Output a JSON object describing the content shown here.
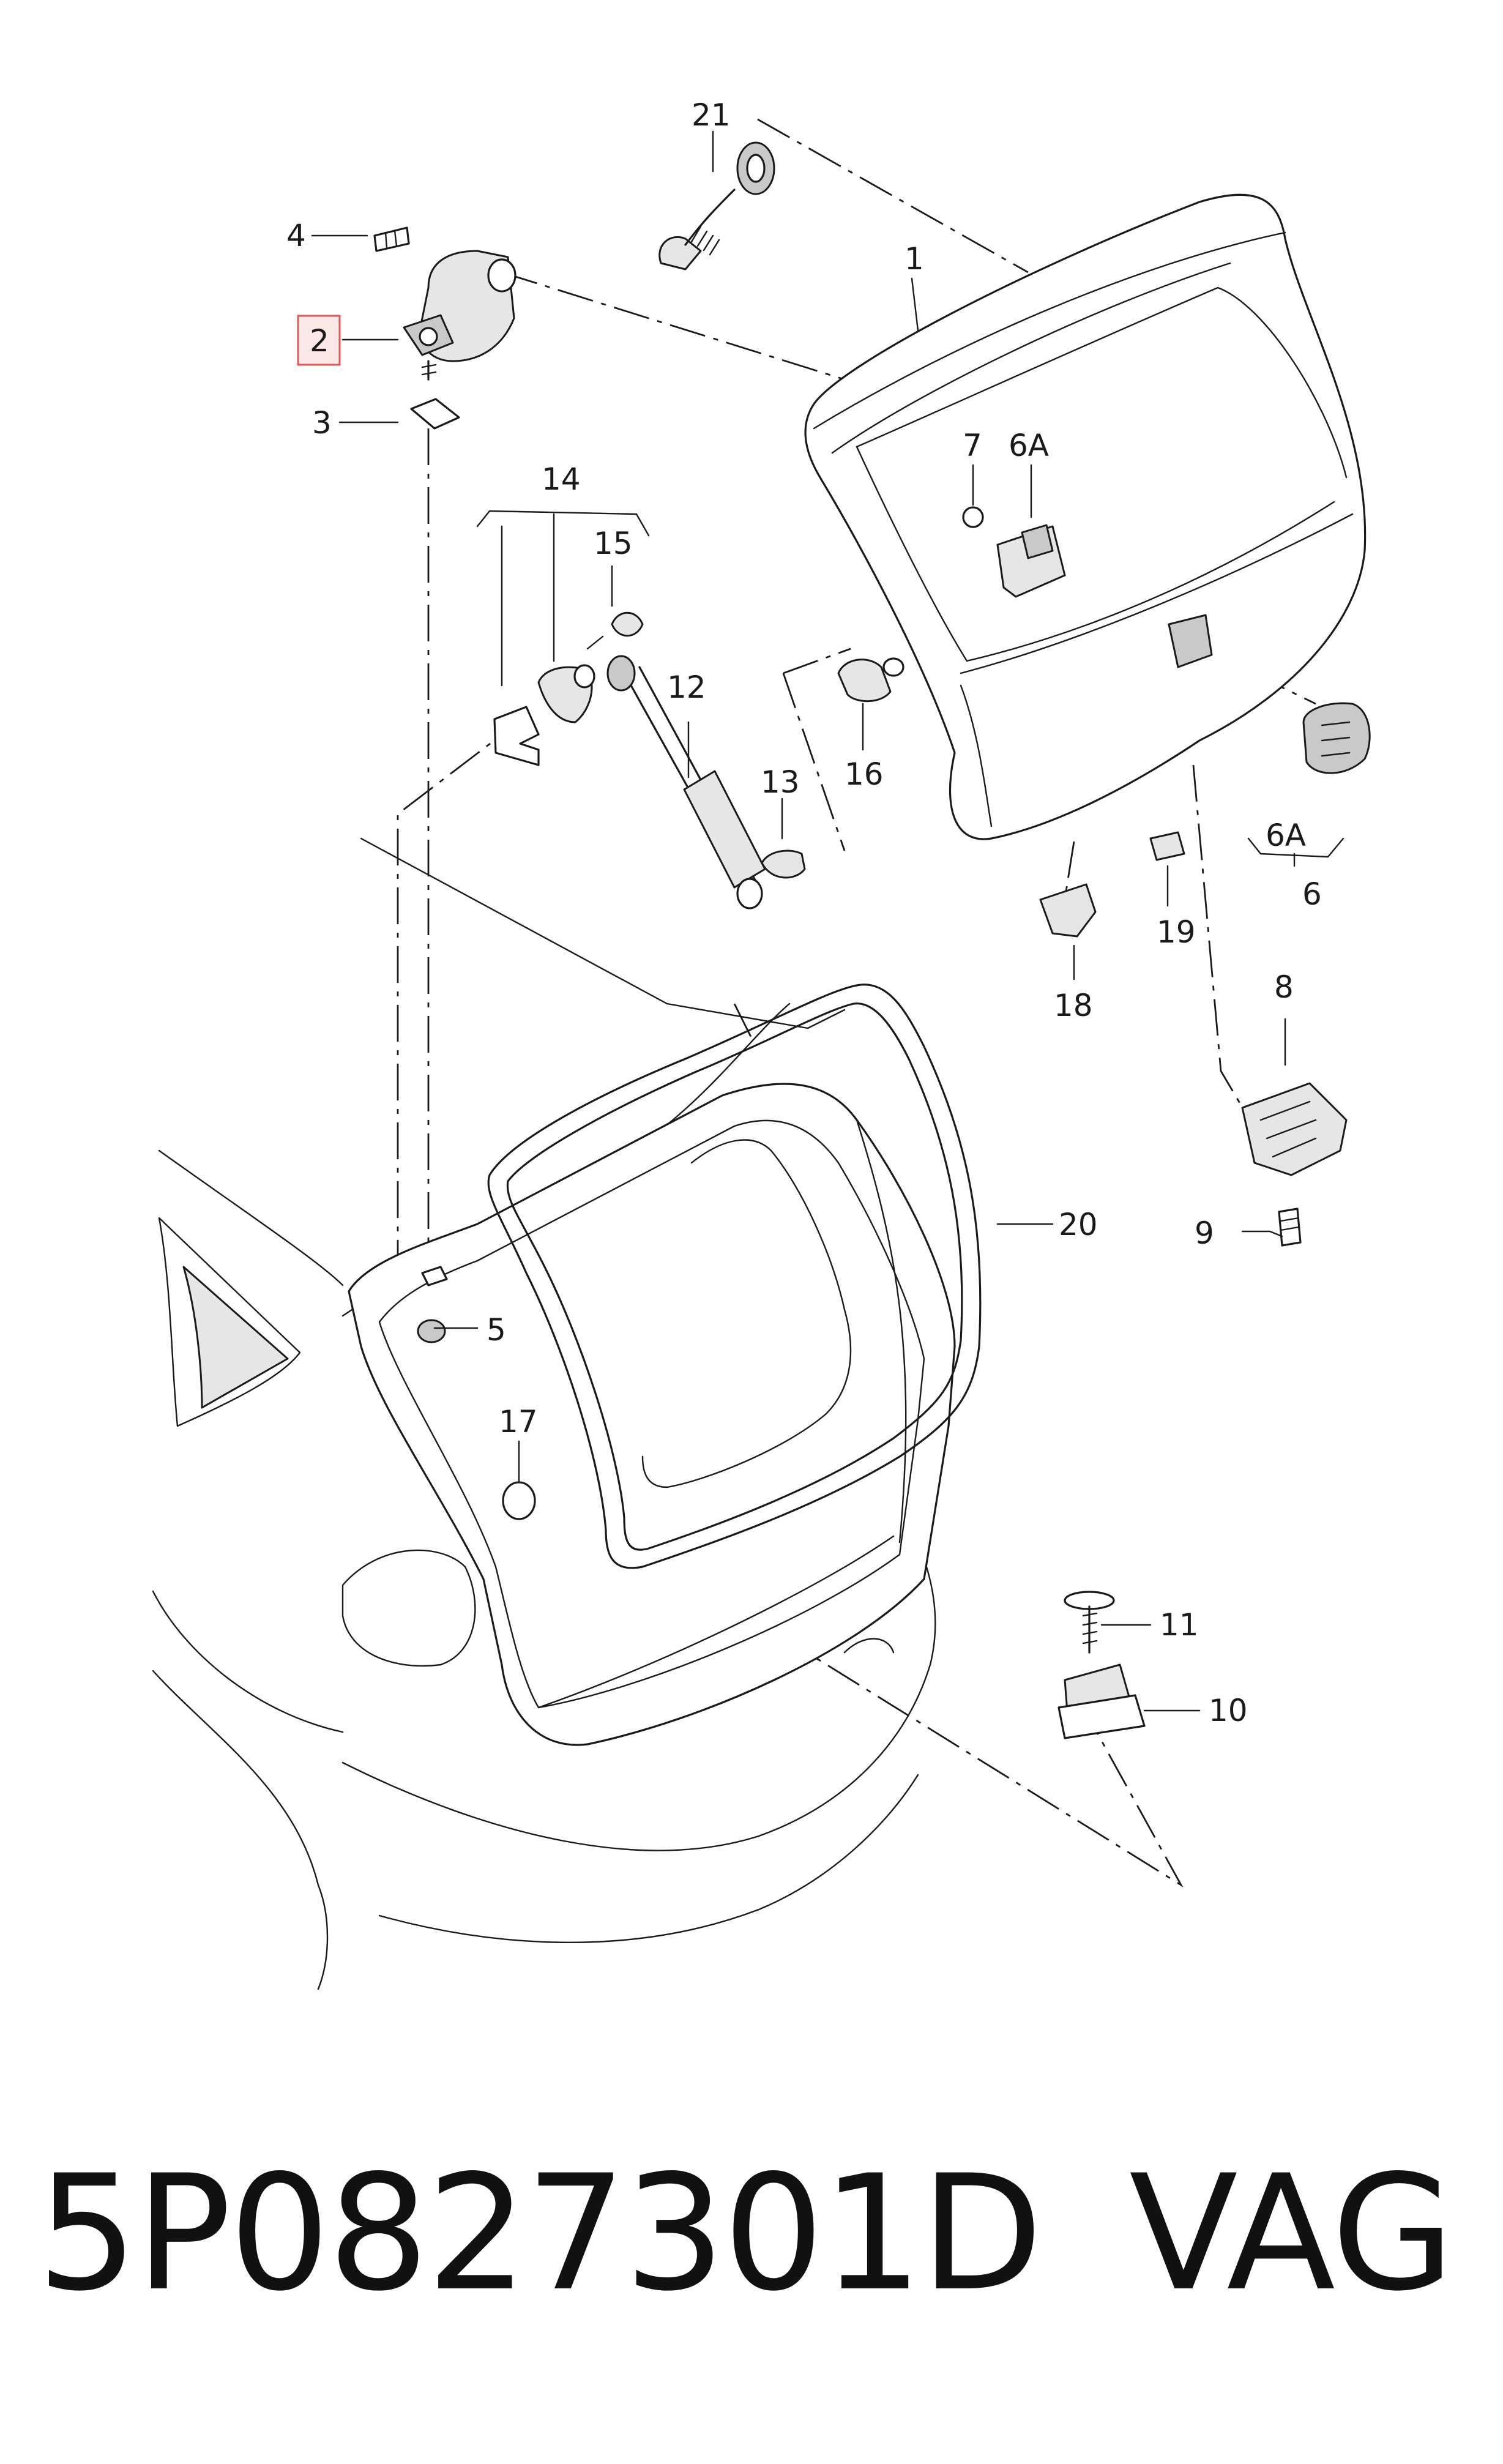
{
  "callouts": {
    "c1": "1",
    "c2": "2",
    "c3": "3",
    "c4": "4",
    "c5": "5",
    "c6": "6",
    "c6a_top": "6A",
    "c6a_right": "6A",
    "c7": "7",
    "c8": "8",
    "c9": "9",
    "c10": "10",
    "c11": "11",
    "c12": "12",
    "c13": "13",
    "c14": "14",
    "c15": "15",
    "c16": "16",
    "c17": "17",
    "c18": "18",
    "c19": "19",
    "c20": "20",
    "c21": "21"
  },
  "highlighted_callout": "2",
  "footer": {
    "part_number": "5P0827301D",
    "brand": "VAG"
  }
}
